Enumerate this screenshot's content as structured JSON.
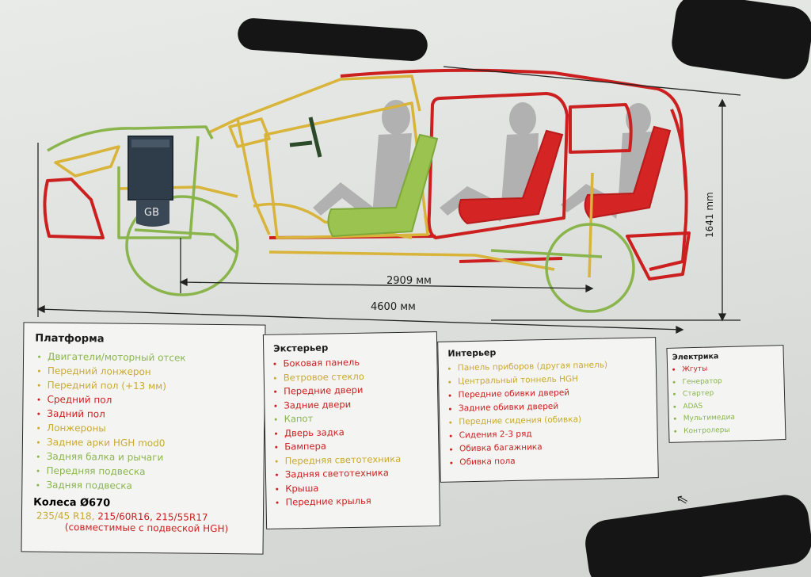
{
  "dimensions": {
    "wheelbase": "2909 мм",
    "length": "4600 мм",
    "height": "1641 mm"
  },
  "diagram": {
    "gearbox_label": "GB"
  },
  "colors": {
    "red": "#cc1f1f",
    "yellow": "#c9a92f",
    "green": "#8ab54c",
    "seat_dark": "#2f3d4a",
    "figure_gray": "#a9a9a9"
  },
  "legend": {
    "platform": {
      "title": "Платформа",
      "items": [
        {
          "text": "Двигатели/моторный отсек",
          "color": "green"
        },
        {
          "text": "Передний лонжерон",
          "color": "yellow"
        },
        {
          "text": "Передний пол (+13 мм)",
          "color": "yellow"
        },
        {
          "text": "Средний пол",
          "color": "red"
        },
        {
          "text": "Задний пол",
          "color": "red"
        },
        {
          "text": "Лонжероны",
          "color": "yellow"
        },
        {
          "text": "Задние арки HGH mod0",
          "color": "yellow"
        },
        {
          "text": "Задняя балка и рычаги",
          "color": "green"
        },
        {
          "text": "Передняя подвеска",
          "color": "green"
        },
        {
          "text": "Задняя подвеска",
          "color": "green"
        }
      ],
      "wheels_title": "Колеса Ø670",
      "wheels_line1_yellow": "235/45 R18, ",
      "wheels_line1_red": "215/60R16, 215/55R17",
      "wheels_line2": "(совместимые с подвеской HGH)"
    },
    "exterior": {
      "title": "Экстерьер",
      "items": [
        {
          "text": "Боковая панель",
          "color": "red"
        },
        {
          "text": "Ветровое стекло",
          "color": "yellow"
        },
        {
          "text": "Передние двери",
          "color": "red"
        },
        {
          "text": "Задние двери",
          "color": "red"
        },
        {
          "text": "Капот",
          "color": "green"
        },
        {
          "text": "Дверь задка",
          "color": "red"
        },
        {
          "text": "Бампера",
          "color": "red"
        },
        {
          "text": "Передняя светотехника",
          "color": "yellow"
        },
        {
          "text": "Задняя светотехника",
          "color": "red"
        },
        {
          "text": "Крыша",
          "color": "red"
        },
        {
          "text": "Передние крылья",
          "color": "red"
        }
      ]
    },
    "interior": {
      "title": "Интерьер",
      "items": [
        {
          "text": "Панель приборов (другая панель)",
          "color": "yellow"
        },
        {
          "text": "Центральный тоннель HGH",
          "color": "yellow"
        },
        {
          "text": "Передние обивки дверей",
          "color": "red"
        },
        {
          "text": "Задние обивки дверей",
          "color": "red"
        },
        {
          "text": "Передние сидения (обивка)",
          "color": "yellow"
        },
        {
          "text": "Сидения 2-3 ряд",
          "color": "red"
        },
        {
          "text": "Обивка багажника",
          "color": "red"
        },
        {
          "text": "Обивка пола",
          "color": "red"
        }
      ]
    },
    "electrical": {
      "title": "Электрика",
      "items": [
        {
          "text": "Жгуты",
          "color": "red"
        },
        {
          "text": "Генератор",
          "color": "green"
        },
        {
          "text": "Стартер",
          "color": "green"
        },
        {
          "text": "ADAS",
          "color": "green"
        },
        {
          "text": "Мультимедиа",
          "color": "green"
        },
        {
          "text": "Контролеры",
          "color": "green"
        }
      ]
    }
  }
}
